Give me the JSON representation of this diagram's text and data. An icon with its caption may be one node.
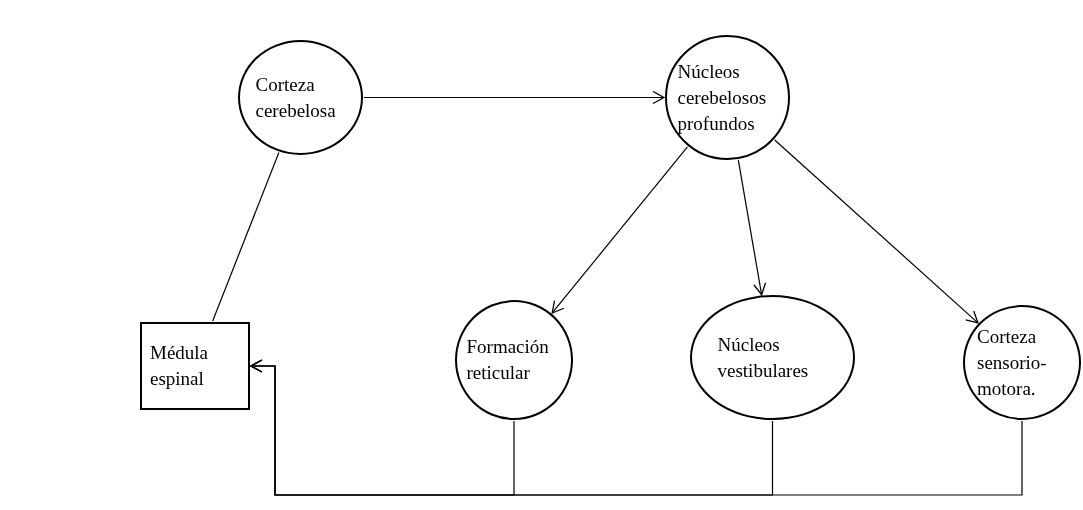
{
  "diagram": {
    "nodes": [
      {
        "text": [
          "Corteza cerebelosa"
        ]
      },
      {
        "text": [
          "Núcleos cerebelosos profundos"
        ]
      },
      {
        "text": [
          "Médula espinal"
        ]
      },
      {
        "text": [
          "Formación reticular"
        ]
      },
      {
        "text": [
          "Núcleos vestibulares"
        ]
      },
      {
        "text": [
          "Corteza sensorio-motora."
        ]
      }
    ],
    "edges": [
      {
        "from": 0,
        "to": 1,
        "arrow": "to"
      },
      {
        "from": 0,
        "to": 2,
        "arrow": "none"
      },
      {
        "from": 1,
        "to": 3,
        "arrow": "to"
      },
      {
        "from": 1,
        "to": 4,
        "arrow": "to"
      },
      {
        "from": 1,
        "to": 5,
        "arrow": "to"
      },
      {
        "from": 3,
        "to": 2,
        "arrow": "to"
      },
      {
        "from": 4,
        "to": 2,
        "arrow": "to"
      },
      {
        "from": 5,
        "to": 2,
        "arrow": "to"
      }
    ]
  }
}
